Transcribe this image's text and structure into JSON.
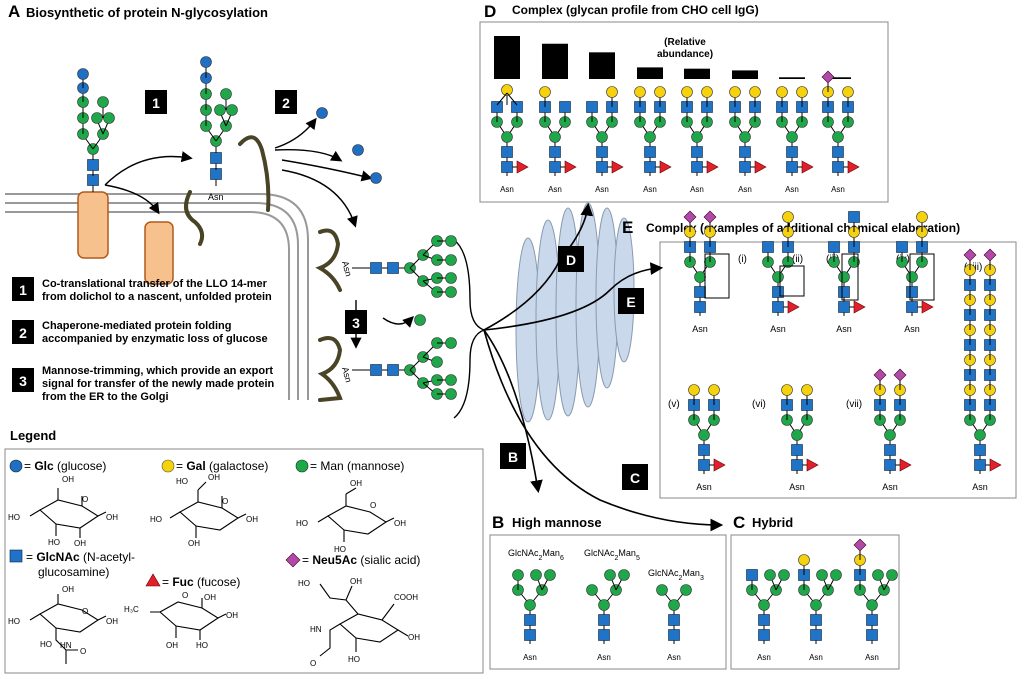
{
  "panelA": {
    "letter": "A",
    "title": "Biosynthetic of protein N-glycosylation",
    "steps": [
      {
        "num": "1",
        "line1": "Co-translational transfer of the LLO 14-mer",
        "line2": "from dolichol to a nascent, unfolded protein",
        "line3": ""
      },
      {
        "num": "2",
        "line1": "Chaperone-mediated protein folding",
        "line2": "accompanied by enzymatic loss of glucose",
        "line3": ""
      },
      {
        "num": "3",
        "line1": "Mannose-trimming, which provide an export",
        "line2": "signal for transfer of the newly made protein",
        "line3": "from the ER to the Golgi"
      }
    ],
    "asn": "Asn"
  },
  "legend": {
    "title": "Legend",
    "glc": {
      "sym": "= ",
      "bold": "Glc",
      "rest": " (glucose)"
    },
    "gal": {
      "sym": "= ",
      "bold": "Gal",
      "rest": " (galactose)"
    },
    "man": {
      "sym": "= ",
      "bold": "",
      "rest": "Man (mannose)"
    },
    "glcnac": {
      "sym": "= ",
      "bold": "GlcNAc",
      "rest": " (N-acetyl-",
      "line2": "glucosamine)"
    },
    "fuc": {
      "sym": "= ",
      "bold": "Fuc",
      "rest": " (fucose)"
    },
    "neu5ac": {
      "sym": "= ",
      "bold": "Neu5Ac",
      "rest": " (sialic acid)"
    },
    "struct_labels": {
      "oh": "OH",
      "ho": "HO",
      "h3c": "H₃C",
      "hn": "HN",
      "o": "O",
      "cooh": "COOH"
    }
  },
  "panelD": {
    "letter": "D",
    "title_bold": "Complex",
    "title_rest": " (glycan profile from CHO cell IgG)",
    "abundance_l1": "(Relative",
    "abundance_l2": "abundance)",
    "relative_abundance": [
      1.0,
      0.82,
      0.62,
      0.27,
      0.24,
      0.2,
      0.04,
      0.04
    ]
  },
  "panelE": {
    "letter": "E",
    "title_bold": "Complex",
    "title_rest": " (examples of additional chemical elaboration)",
    "labels": [
      "(i)",
      "(ii)",
      "(iii)",
      "(iv)",
      "(v)",
      "(vi)",
      "(vii)",
      "(viii)"
    ]
  },
  "panelB": {
    "letter": "B",
    "title": "High mannose",
    "labels": [
      {
        "base": "GlcNAc",
        "s1": "2",
        "mid": "Man",
        "s2": "6"
      },
      {
        "base": "GlcNAc",
        "s1": "2",
        "mid": "Man",
        "s2": "5"
      },
      {
        "base": "GlcNAc",
        "s1": "2",
        "mid": "Man",
        "s2": "3"
      }
    ]
  },
  "panelC": {
    "letter": "C",
    "title": "Hybrid"
  },
  "arrows": {
    "d": "D",
    "e": "E",
    "b": "B",
    "c": "C"
  },
  "colors": {
    "glc": "#1f6fc4",
    "gal": "#f6d20c",
    "man": "#1fa84a",
    "glcnac": "#1f74c8",
    "fuc": "#e0202a",
    "neu5ac": "#b04aa8",
    "membrane_box": "#f7c18e",
    "golgi": "#c9d8ea",
    "protein": "#4a4426"
  }
}
